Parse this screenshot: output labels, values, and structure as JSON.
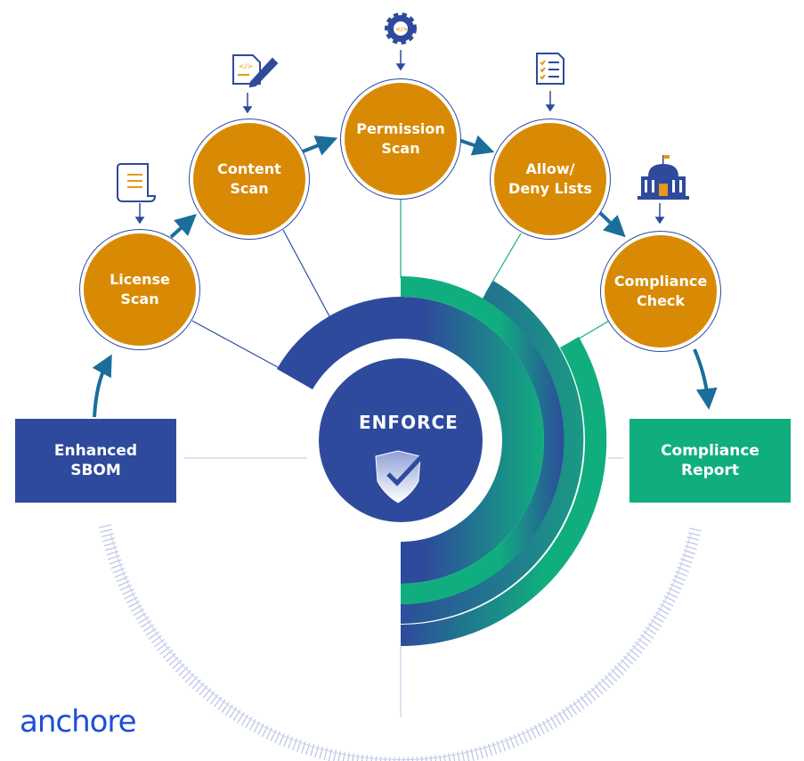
{
  "logo": "anchore",
  "center": {
    "label": "ENFORCE"
  },
  "input": {
    "label": "Enhanced\nSBOM"
  },
  "output": {
    "label": "Compliance\nReport"
  },
  "steps": [
    {
      "label": "License\nScan",
      "icon": "scroll-icon"
    },
    {
      "label": "Content\nScan",
      "icon": "code-document-edit-icon"
    },
    {
      "label": "Permission\nScan",
      "icon": "gear-code-icon"
    },
    {
      "label": "Allow/\nDeny Lists",
      "icon": "checklist-icon"
    },
    {
      "label": "Compliance\nCheck",
      "icon": "government-building-icon"
    }
  ],
  "colors": {
    "blue": "#2E4A9C",
    "orange": "#D98A04",
    "green": "#10AE7E",
    "teal": "#1A8F8A"
  }
}
